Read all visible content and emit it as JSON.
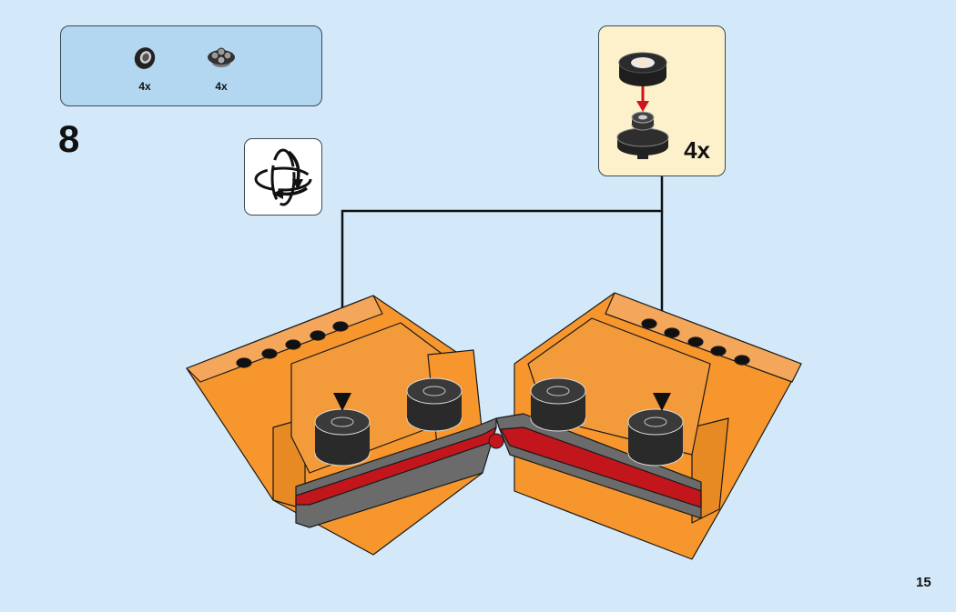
{
  "page": {
    "page_number": "15",
    "step_number": "8",
    "background_color": "#d3e9f9"
  },
  "parts_list": {
    "items": [
      {
        "icon": "black-tire-icon",
        "quantity": "4x"
      },
      {
        "icon": "round-plate-with-studs-icon",
        "quantity": "4x"
      }
    ]
  },
  "rotate_indicator": {
    "icon": "rotate-model-icon"
  },
  "sub_assembly": {
    "quantity": "4x",
    "parts": [
      "black-tire-icon",
      "round-plate-with-studs-icon"
    ],
    "arrow_color": "#d0121b"
  },
  "model": {
    "primary_color": "#f7962c",
    "stripe_color": "#c3161c",
    "frame_color": "#6b6b6b"
  }
}
